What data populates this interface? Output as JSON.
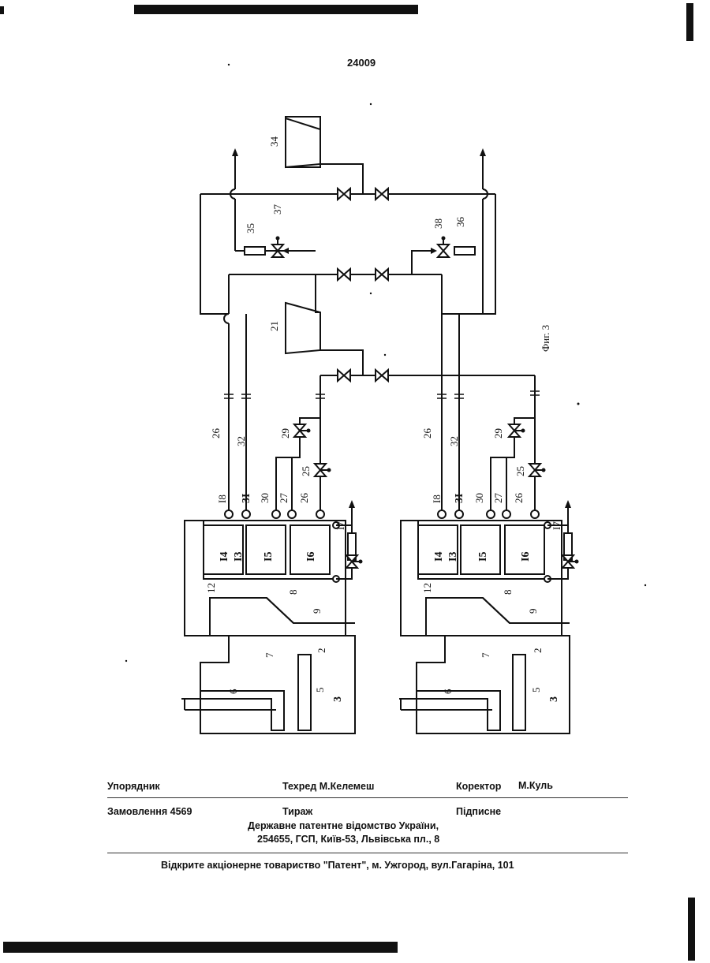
{
  "page_number": "24009",
  "figure_label": "Фиг. 3",
  "labels": {
    "n2": "2",
    "n3": "3",
    "n5": "5",
    "n6": "6",
    "n7": "7",
    "n8": "8",
    "n9": "9",
    "n12": "12",
    "n13": "I3",
    "n14": "I4",
    "n15": "I5",
    "n16": "I6",
    "n17": "I7",
    "n18": "I8",
    "n21": "21",
    "n25": "25",
    "n26": "26",
    "n27": "27",
    "n29": "29",
    "n30": "30",
    "n31": "3I",
    "n32": "32",
    "n34": "34",
    "n35": "35",
    "n36": "36",
    "n37": "37",
    "n38": "38"
  },
  "colophon": {
    "compiler": "Упорядник",
    "techred": "Техред М.Келемеш",
    "corrector_label": "Коректор",
    "corrector_name": "М.Куль",
    "order": "Замовлення 4569",
    "circulation": "Тираж",
    "subscription": "Підписне",
    "office_line1": "Державне патентне відомство України,",
    "office_line2": "254655, ГСП, Київ-53, Львівська пл., 8",
    "publisher": "Відкрите акціонерне товариство  \"Патент\", м. Ужгород, вул.Гагаріна, 101"
  }
}
